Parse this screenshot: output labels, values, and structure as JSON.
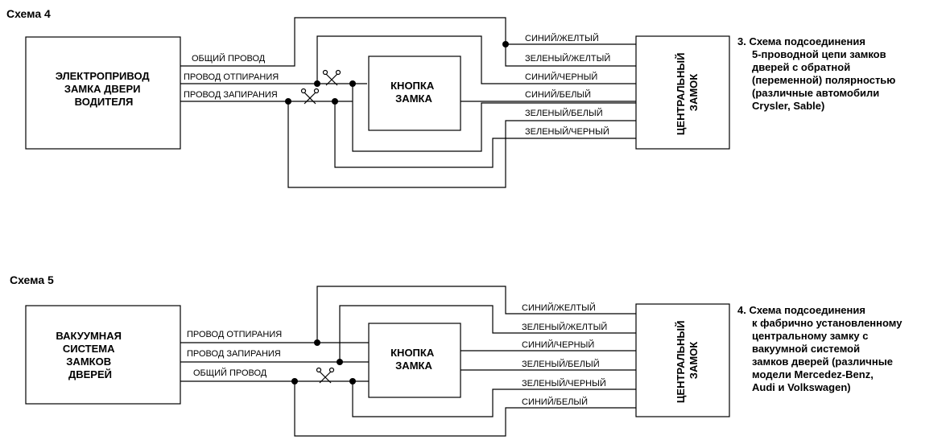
{
  "scheme4": {
    "title": "Схема 4",
    "actuator": [
      "ЭЛЕКТРОПРИВОД",
      "ЗАМКА ДВЕРИ",
      "ВОДИТЕЛЯ"
    ],
    "inputs": [
      "ОБЩИЙ ПРОВОД",
      "ПРОВОД ОТПИРАНИЯ",
      "ПРОВОД ЗАПИРАНИЯ"
    ],
    "button": [
      "КНОПКА",
      "ЗАМКА"
    ],
    "central": [
      "ЦЕНТРАЛЬНЫЙ",
      "ЗАМОК"
    ],
    "outputs": [
      "СИНИЙ/ЖЕЛТЫЙ",
      "ЗЕЛЕНЫЙ/ЖЕЛТЫЙ",
      "СИНИЙ/ЧЕРНЫЙ",
      "СИНИЙ/БЕЛЫЙ",
      "ЗЕЛЕНЫЙ/БЕЛЫЙ",
      "ЗЕЛЕНЫЙ/ЧЕРНЫЙ"
    ],
    "note": [
      "3. Схема подсоединения",
      "5-проводной цепи замков",
      "дверей с обратной",
      "(переменной) полярностью",
      "(различные автомобили",
      " Crysler, Sable)"
    ]
  },
  "scheme5": {
    "title": "Схема 5",
    "actuator": [
      "ВАКУУМНАЯ",
      "СИСТЕМА",
      "ЗАМКОВ",
      "ДВЕРЕЙ"
    ],
    "inputs": [
      "ПРОВОД ОТПИРАНИЯ",
      "ПРОВОД ЗАПИРАНИЯ",
      "ОБЩИЙ ПРОВОД"
    ],
    "button": [
      "КНОПКА",
      "ЗАМКА"
    ],
    "central": [
      "ЦЕНТРАЛЬНЫЙ",
      "ЗАМОК"
    ],
    "outputs": [
      "СИНИЙ/ЖЕЛТЫЙ",
      "ЗЕЛЕНЫЙ/ЖЕЛТЫЙ",
      "СИНИЙ/ЧЕРНЫЙ",
      "ЗЕЛЕНЫЙ/БЕЛЫЙ",
      "ЗЕЛЕНЫЙ/ЧЕРНЫЙ",
      "СИНИЙ/БЕЛЫЙ"
    ],
    "note": [
      "4. Схема подсоединения",
      "к фабрично установленному",
      "центральному замку с",
      "вакуумной системой",
      "замков дверей (различные",
      "модели Mercedez-Benz,",
      "Audi и Volkswagen)"
    ]
  }
}
